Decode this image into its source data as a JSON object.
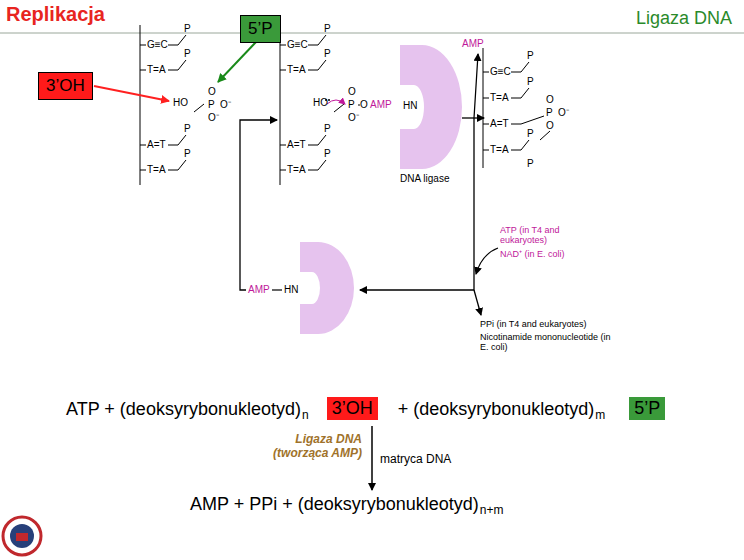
{
  "diagram": {
    "title": "Replikacja",
    "nodes": [
      {
        "text": [
          "5’P"
        ]
      },
      {
        "text": [
          "3’OH"
        ]
      },
      {
        "text": [
          "3’OH"
        ]
      },
      {
        "text": [
          "5’P"
        ]
      }
    ],
    "labels": [
      "Ligaza DNA",
      "P",
      "G≡C",
      "P",
      "T=A",
      "HO",
      "O",
      "P",
      "O⁻",
      "O⁻",
      "A=T",
      "P",
      "T=A",
      "P",
      "P",
      "G≡C",
      "P",
      "T=A",
      "HO",
      "O",
      "P",
      "O",
      "AMP",
      "O⁻",
      "A=T",
      "P",
      "T=A",
      "P",
      "HN",
      "DNA ligase",
      "AMP",
      "G≡C",
      "P",
      "T=A",
      "P",
      "O",
      "P",
      "O⁻",
      "A=T",
      "O",
      "T=A",
      "P",
      "P",
      "AMP",
      "HN",
      "ATP (in T4 and eukaryotes)",
      "NAD⁺ (in E. coli)",
      "PPi (in T4 and eukaryotes)",
      "Nicotinamide mononucleotide (in E. coli)",
      "ATP + (deoksyrybonukleotyd)",
      "n",
      "+ (deoksyrybonukleotyd)",
      "m",
      "Ligaza DNA (tworząca AMP)",
      "matryca DNA",
      "AMP + PPi + (deoksyrybonukleotyd)",
      "n+m"
    ]
  }
}
